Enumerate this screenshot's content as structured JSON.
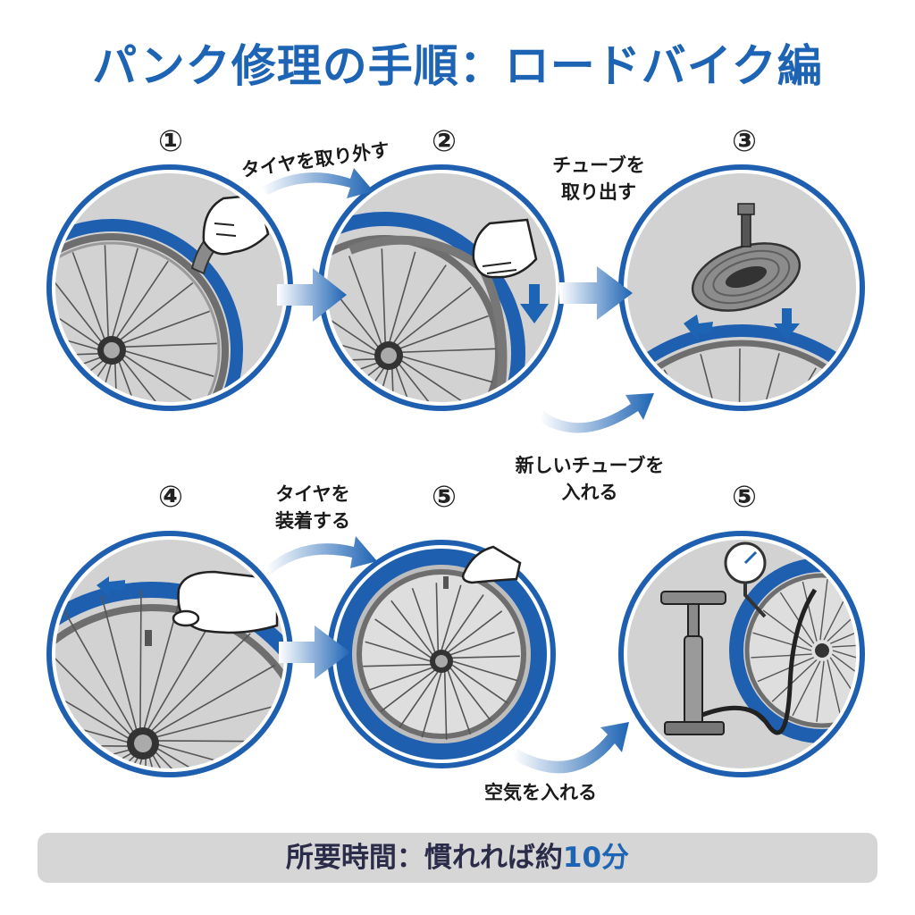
{
  "title": "パンク修理の手順：ロードバイク編",
  "steps": [
    {
      "num": "①",
      "caption": ""
    },
    {
      "num": "②",
      "caption": ""
    },
    {
      "num": "③",
      "caption": ""
    },
    {
      "num": "④",
      "caption": ""
    },
    {
      "num": "⑤",
      "caption": ""
    },
    {
      "num": "⑤",
      "caption": ""
    }
  ],
  "labels": {
    "remove_tire": "タイヤを取り外す",
    "take_out_tube_1": "チューブを",
    "take_out_tube_2": "取り出す",
    "new_tube_1": "新しいチューブを",
    "new_tube_2": "入れる",
    "mount_tire_1": "タイヤを",
    "mount_tire_2": "装着する",
    "inflate": "空気を入れる"
  },
  "footer": {
    "prefix": "所要時間：慣れれば約",
    "highlight": "10分"
  },
  "colors": {
    "accent": "#1e64b4",
    "tire_blue": "#1f5fb0",
    "panel_bg": "#d2d2d2",
    "footer_bg": "#d6d6d6"
  }
}
